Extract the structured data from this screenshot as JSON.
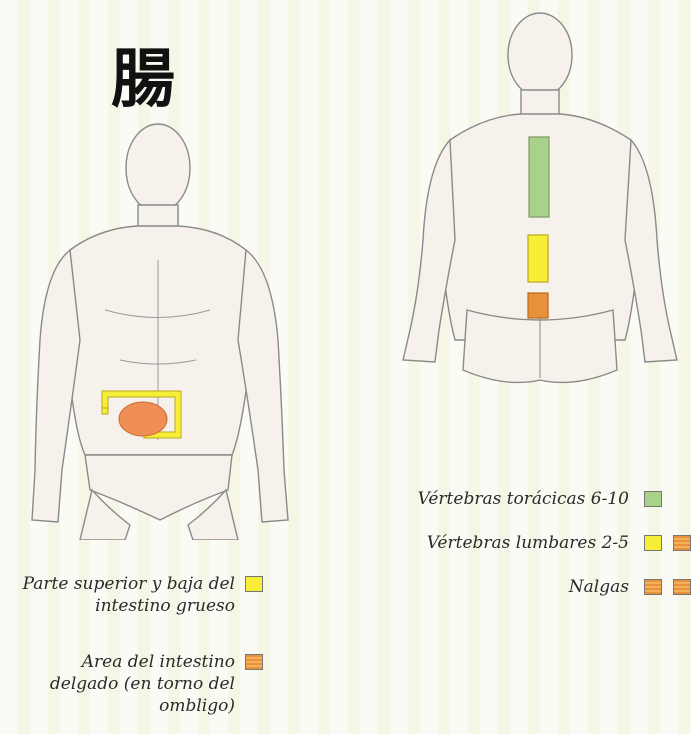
{
  "title_glyph": "腸",
  "colors": {
    "yellow": "#f7ee37",
    "orange": "#e8913a",
    "green": "#a8d28a",
    "skin_outline": "#8a8a8a"
  },
  "front_legend": [
    {
      "text": "Parte superior y baja del intestino grueso",
      "lines": [
        "Parte superior y baja del",
        "intestino grueso"
      ],
      "swatch": "yellow"
    },
    {
      "text": "Area del intestino delgado (en torno del ombligo)",
      "lines": [
        "Area del intestino",
        "delgado (en torno del",
        "ombligo)"
      ],
      "swatch": "orange"
    }
  ],
  "back_legend": [
    {
      "text": "Vértebras torácicas 6-10",
      "swatch": "green"
    },
    {
      "text": "Vértebras lumbares 2-5",
      "swatch": "yellow"
    },
    {
      "text": "Nalgas",
      "swatch": "orange"
    }
  ]
}
